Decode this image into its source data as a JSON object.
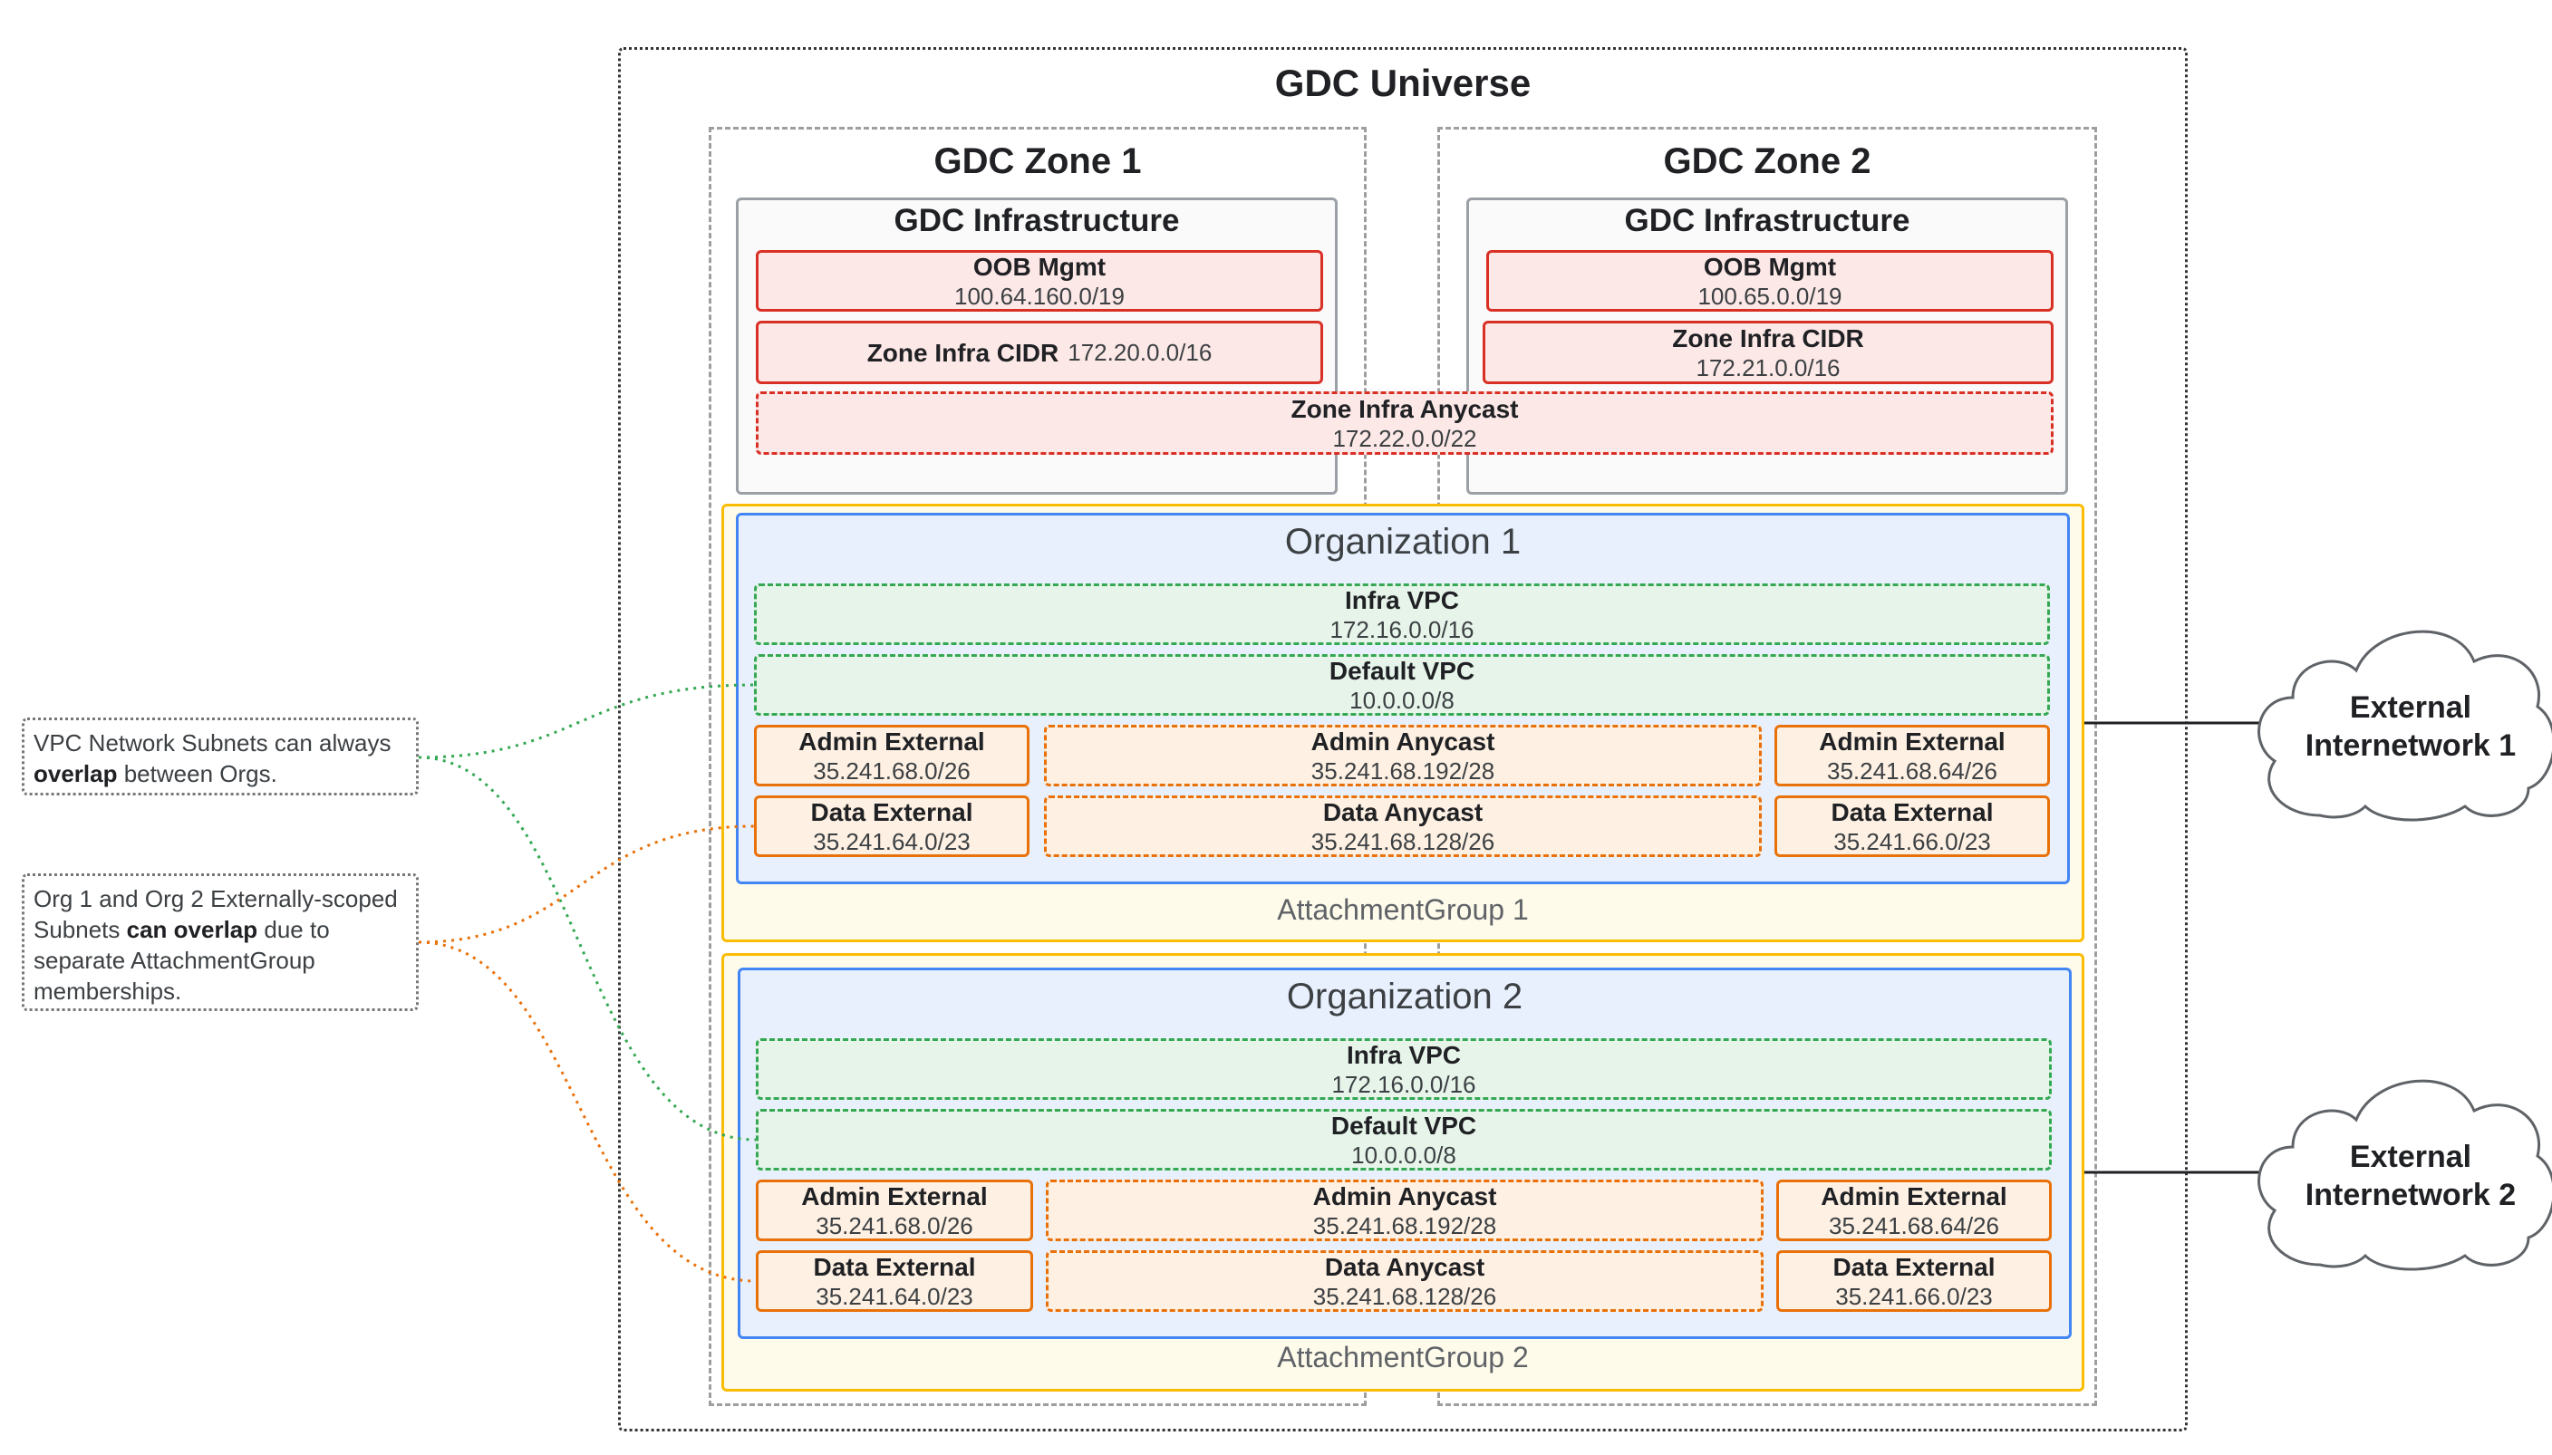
{
  "universe": {
    "title": "GDC Universe"
  },
  "zones": [
    {
      "title": "GDC Zone 1"
    },
    {
      "title": "GDC Zone 2"
    }
  ],
  "infrastructure": [
    {
      "title": "GDC Infrastructure",
      "oob_label": "OOB Mgmt",
      "oob_cidr": "100.64.160.0/19",
      "zone_infra_label": "Zone Infra CIDR",
      "zone_infra_cidr": "172.20.0.0/16"
    },
    {
      "title": "GDC Infrastructure",
      "oob_label": "OOB Mgmt",
      "oob_cidr": "100.65.0.0/19",
      "zone_infra_label": "Zone Infra CIDR",
      "zone_infra_cidr": "172.21.0.0/16"
    }
  ],
  "zone_anycast": {
    "label": "Zone Infra Anycast",
    "cidr": "172.22.0.0/22"
  },
  "orgs": [
    {
      "title": "Organization 1",
      "attachment_group": "AttachmentGroup 1",
      "infra_vpc": {
        "label": "Infra VPC",
        "cidr": "172.16.0.0/16"
      },
      "default_vpc": {
        "label": "Default VPC",
        "cidr": "10.0.0.0/8"
      },
      "admin_left": {
        "label": "Admin External",
        "cidr": "35.241.68.0/26"
      },
      "admin_mid": {
        "label": "Admin Anycast",
        "cidr": "35.241.68.192/28"
      },
      "admin_right": {
        "label": "Admin External",
        "cidr": "35.241.68.64/26"
      },
      "data_left": {
        "label": "Data External",
        "cidr": "35.241.64.0/23"
      },
      "data_mid": {
        "label": "Data Anycast",
        "cidr": "35.241.68.128/26"
      },
      "data_right": {
        "label": "Data External",
        "cidr": "35.241.66.0/23"
      }
    },
    {
      "title": "Organization 2",
      "attachment_group": "AttachmentGroup 2",
      "infra_vpc": {
        "label": "Infra VPC",
        "cidr": "172.16.0.0/16"
      },
      "default_vpc": {
        "label": "Default VPC",
        "cidr": "10.0.0.0/8"
      },
      "admin_left": {
        "label": "Admin External",
        "cidr": "35.241.68.0/26"
      },
      "admin_mid": {
        "label": "Admin Anycast",
        "cidr": "35.241.68.192/28"
      },
      "admin_right": {
        "label": "Admin External",
        "cidr": "35.241.68.64/26"
      },
      "data_left": {
        "label": "Data External",
        "cidr": "35.241.64.0/23"
      },
      "data_mid": {
        "label": "Data Anycast",
        "cidr": "35.241.68.128/26"
      },
      "data_right": {
        "label": "Data External",
        "cidr": "35.241.66.0/23"
      }
    }
  ],
  "notes": [
    {
      "pre": "VPC Network Subnets can always ",
      "bold": "overlap",
      "post": " between Orgs."
    },
    {
      "pre": "Org 1 and Org 2 Externally-scoped Subnets ",
      "bold": "can overlap",
      "post": " due to separate AttachmentGroup memberships."
    }
  ],
  "clouds": [
    {
      "line1": "External",
      "line2": "Internetwork 1"
    },
    {
      "line1": "External",
      "line2": "Internetwork 2"
    }
  ],
  "colors": {
    "infra_red": "#d93025",
    "vpc_green": "#34a853",
    "external_orange": "#e8710a",
    "org_blue": "#4285f4",
    "attachment_yellow": "#fbbc04"
  }
}
